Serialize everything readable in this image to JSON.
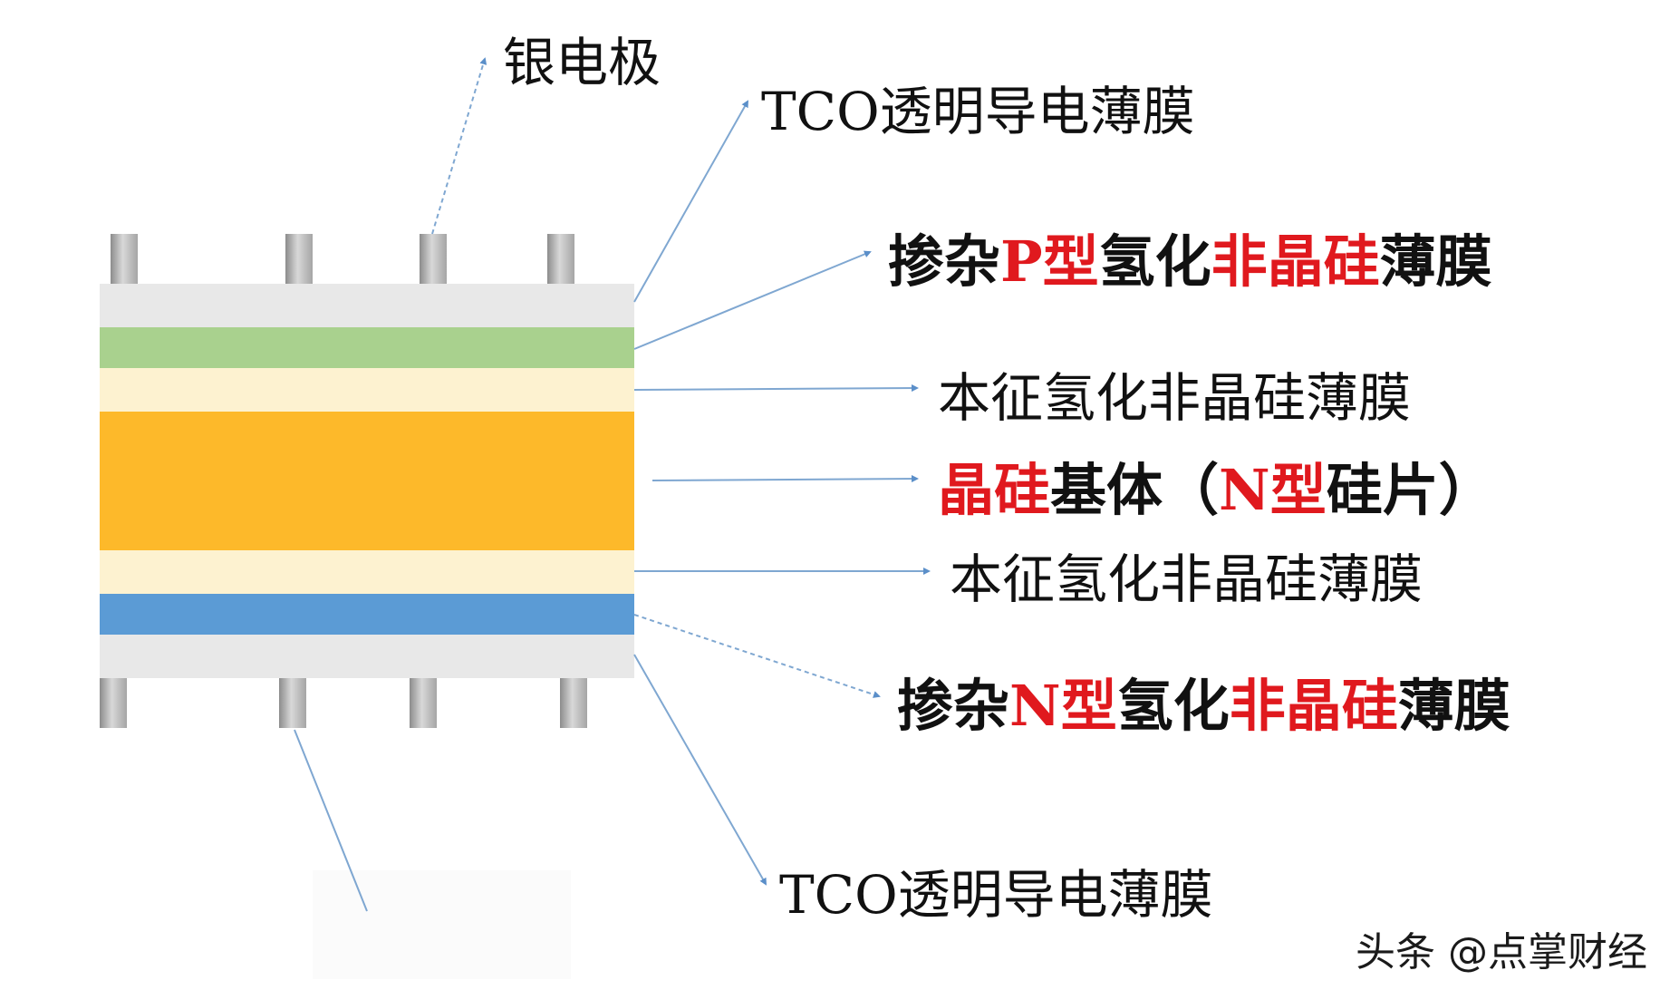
{
  "colors": {
    "tco_layer": "#e8e8e8",
    "p_type_layer": "#a9d18e",
    "intrinsic_layer": "#fdf2d0",
    "n_wafer_layer": "#fdb92a",
    "n_type_layer": "#5b9bd5",
    "electrode": "#a6a6a6",
    "leader_line": "#7fa7d1",
    "highlight_text": "#e0191e"
  },
  "labels": {
    "silver_electrode": "银电极",
    "tco_top": "TCO透明导电薄膜",
    "p_doped": {
      "part1": "掺杂",
      "part2": "P型",
      "part3": "氢化",
      "part4": "非晶硅",
      "part5": "薄膜"
    },
    "intrinsic_top": "本征氢化非晶硅薄膜",
    "wafer": {
      "part1": "晶硅",
      "part2": "基体（",
      "part3": "N型",
      "part4": "硅片）"
    },
    "intrinsic_bottom": "本征氢化非晶硅薄膜",
    "n_doped": {
      "part1": "掺杂",
      "part2": "N型",
      "part3": "氢化",
      "part4": "非晶硅",
      "part5": "薄膜"
    },
    "tco_bottom": "TCO透明导电薄膜"
  },
  "watermark": "头条 @点掌财经"
}
